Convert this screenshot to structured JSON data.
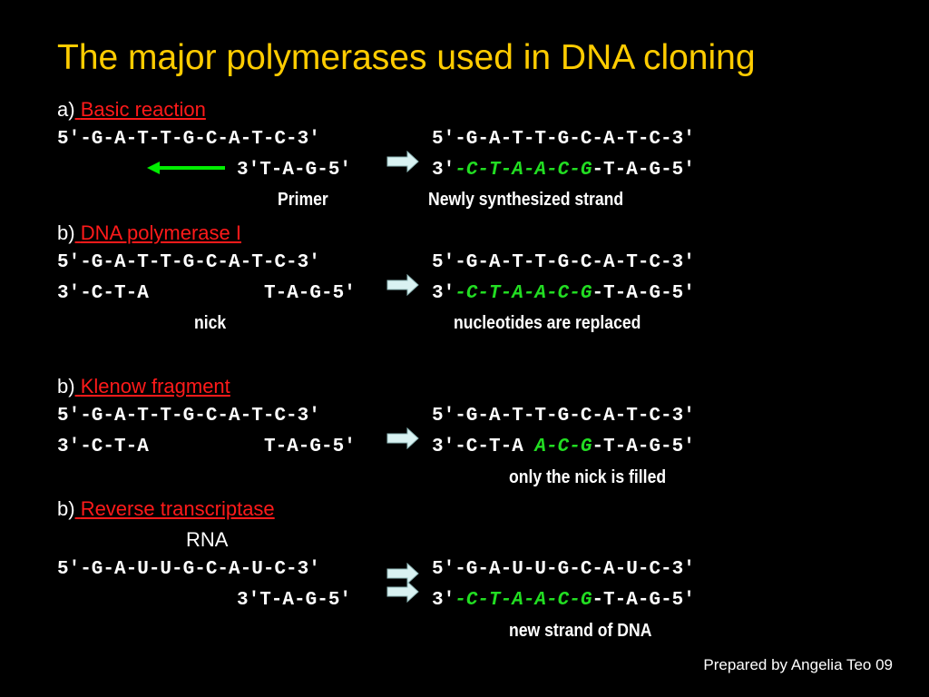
{
  "title": "The major polymerases used in DNA cloning",
  "colors": {
    "title": "#ffcc00",
    "heading": "#ff1a1a",
    "new_bases": "#22dd22",
    "arrow_green": "#00ee00",
    "arrow_block": "#d9f2f2"
  },
  "icons": {
    "reaction_arrow": "right-block-arrow-icon",
    "direction_arrow": "left-green-arrow-icon"
  },
  "section_a": {
    "prefix": "a)",
    "heading": "Basic reaction",
    "template_strand": "5′-G-A-T-T-G-C-A-T-C-3′",
    "primer_strand": "3′T-A-G-5′",
    "result_top": "5′-G-A-T-T-G-C-A-T-C-3′",
    "result_bottom_start": "3′",
    "result_bottom_new": "-C-T-A-A-C-G",
    "result_bottom_end": "-T-A-G-5′",
    "label_left": "Primer",
    "label_right": "Newly synthesized strand"
  },
  "section_b": {
    "prefix": "b)",
    "heading": "DNA polymerase I",
    "template_strand": "5′-G-A-T-T-G-C-A-T-C-3′",
    "bottom_left": "3′-C-T-A",
    "bottom_right": "T-A-G-5′",
    "result_top": "5′-G-A-T-T-G-C-A-T-C-3′",
    "result_bottom_start": "3′",
    "result_bottom_new": "-C-T-A-A-C-G",
    "result_bottom_end": "-T-A-G-5′",
    "label_left": "nick",
    "label_right": "nucleotides are replaced"
  },
  "section_c": {
    "prefix": "b)",
    "heading": "Klenow fragment",
    "template_strand": "5′-G-A-T-T-G-C-A-T-C-3′",
    "bottom_left": "3′-C-T-A",
    "bottom_right": "T-A-G-5′",
    "result_top": "5′-G-A-T-T-G-C-A-T-C-3′",
    "result_bottom_start": "3′-C-T-A ",
    "result_bottom_new": "A-C-G",
    "result_bottom_end": "-T-A-G-5′",
    "label_right": "only the nick is filled"
  },
  "section_d": {
    "prefix": "b)",
    "heading": "Reverse transcriptase",
    "rna_label": "RNA",
    "template_strand": "5′-G-A-U-U-G-C-A-U-C-3′",
    "primer_strand": "3′T-A-G-5′",
    "result_top": "5′-G-A-U-U-G-C-A-U-C-3′",
    "result_bottom_start": "3′",
    "result_bottom_new": "-C-T-A-A-C-G",
    "result_bottom_end": "-T-A-G-5′",
    "label_right": "new strand of DNA"
  },
  "footer": "Prepared by Angelia Teo 09"
}
